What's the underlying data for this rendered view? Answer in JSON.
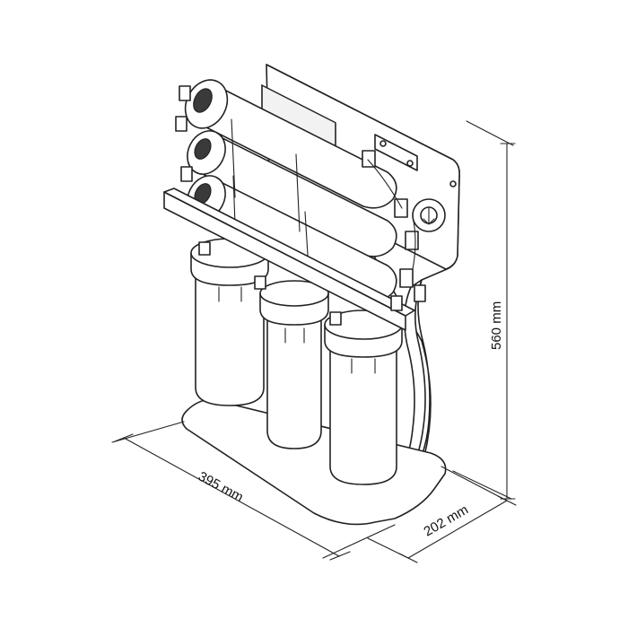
{
  "dimensions": {
    "width": "395 mm",
    "depth": "202 mm",
    "height": "560 mm"
  },
  "colors": {
    "line": "#222222",
    "background": "#ffffff"
  }
}
